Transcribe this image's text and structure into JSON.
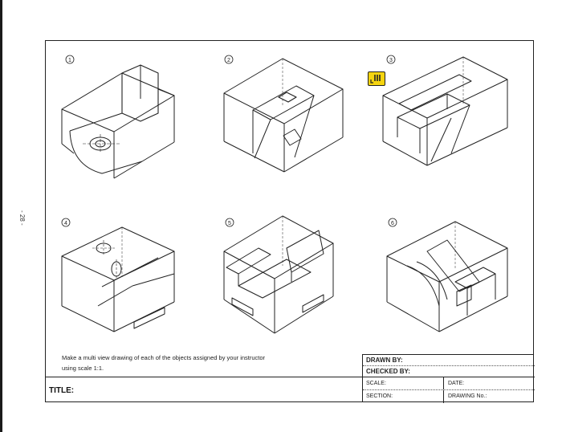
{
  "page_number": "- 28 -",
  "figures": [
    {
      "number": "1",
      "label": "①"
    },
    {
      "number": "2",
      "label": "②"
    },
    {
      "number": "3",
      "label": "③"
    },
    {
      "number": "4",
      "label": "④"
    },
    {
      "number": "5",
      "label": "⑤"
    },
    {
      "number": "6",
      "label": "⑥"
    }
  ],
  "instruction": {
    "line1": "Make a multi view drawing of each of the objects assigned by your instructor",
    "line2": "using scale 1:1."
  },
  "title_block": {
    "drawn_by": "DRAWN BY:",
    "checked_by": "CHECKED BY:",
    "scale": "SCALE:",
    "date": "DATE:",
    "section": "SECTION:",
    "drawing_no": "DRAWING No.:",
    "title": "TITLE:"
  },
  "colors": {
    "sticky_note": "#f5d40f",
    "line": "#222222"
  },
  "icons": {
    "sticky_note": "sticky-note-icon"
  }
}
